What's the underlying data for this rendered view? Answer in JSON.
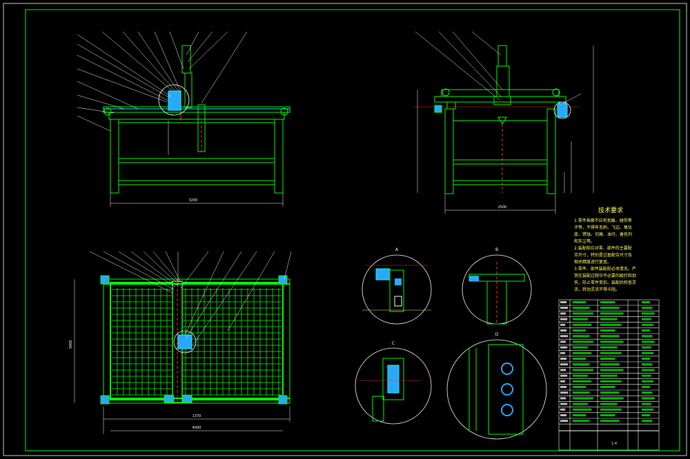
{
  "drawing": {
    "title": "技术要求",
    "requirements": [
      "1.零件表面不应有划痕、碰伤等",
      "子等，不得有毛刺、飞边、氧化",
      "皮、锈蚀、切屑、油污、着色剂",
      "和灰尘等。",
      "2.装配前应对零、部件的主要配",
      "合尺寸，特别是过盈配合尺寸及",
      "相关精度进行复查。",
      "3.零件、部件装配前必须清洗，严",
      "禁在装配过程中不必要的敲打和划",
      "伤，防止零件变形。装配后检查灵",
      "活，转动灵活不得卡阻。"
    ],
    "dimensions": {
      "front_width": "3200",
      "side_width": "2500",
      "plan_inner": "1370",
      "plan_outer": "4000",
      "plan_height": "3000"
    },
    "detail_labels": [
      "A",
      "B",
      "C",
      "D"
    ],
    "scale": "1:4",
    "colors": {
      "background": "#000000",
      "line": "#00ff00",
      "note": "#ffff66",
      "accent": "#ff3030",
      "cyan": "#00ffff"
    }
  }
}
